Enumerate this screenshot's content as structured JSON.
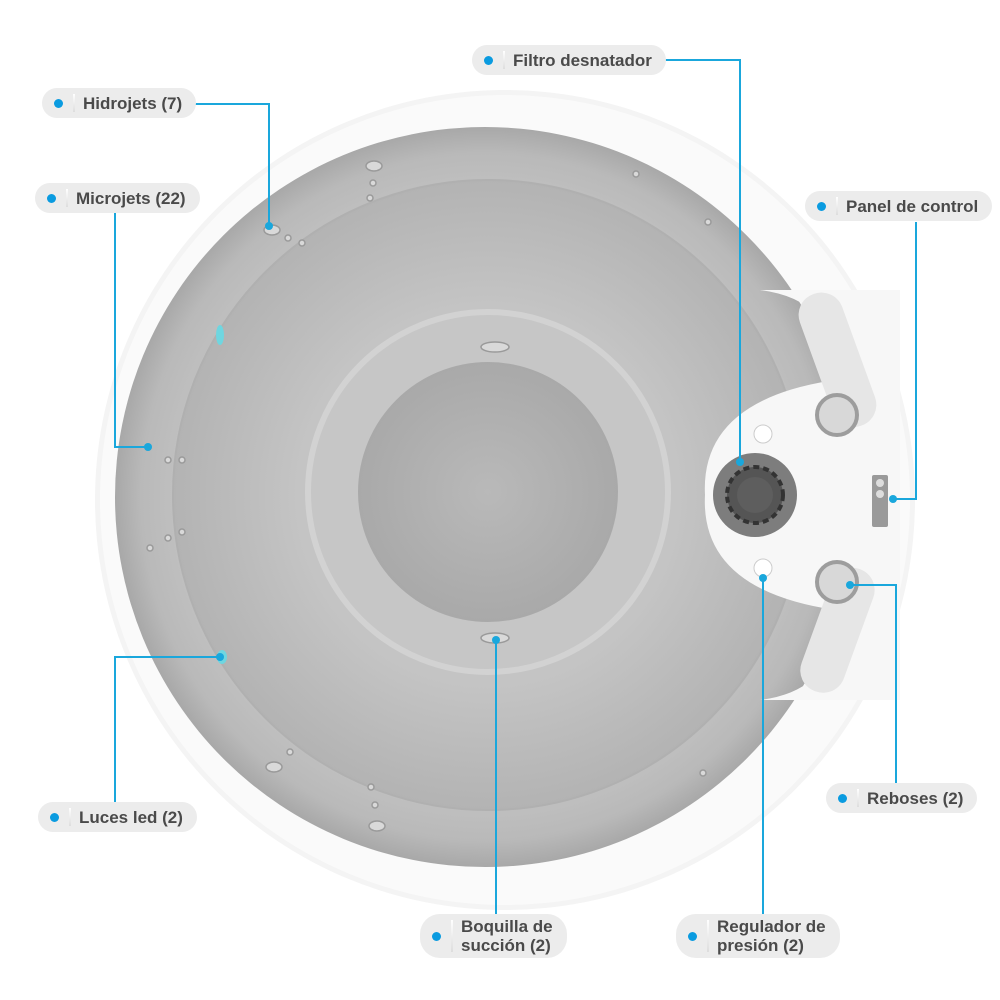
{
  "colors": {
    "callout_line": "#1aa7dc",
    "dot": "#0a9be0",
    "pill_bg": "#ececec",
    "text": "#4a4a4a"
  },
  "labels": {
    "filtro": "Filtro desnatador",
    "hidrojets": "Hidrojets (7)",
    "microjets": "Microjets (22)",
    "panel": "Panel de control",
    "luces": "Luces led (2)",
    "reboses": "Reboses (2)",
    "boquilla_1": "Boquilla de",
    "boquilla_2": "succión (2)",
    "regulador_1": "Regulador de",
    "regulador_2": "presión (2)"
  }
}
